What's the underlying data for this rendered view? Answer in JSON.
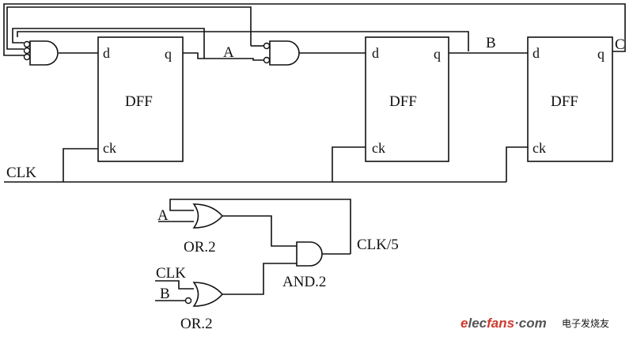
{
  "flipflops": [
    {
      "name": "DFF",
      "pin_d": "d",
      "pin_q": "q",
      "pin_ck": "ck"
    },
    {
      "name": "DFF",
      "pin_d": "d",
      "pin_q": "q",
      "pin_ck": "ck"
    },
    {
      "name": "DFF",
      "pin_d": "d",
      "pin_q": "q",
      "pin_ck": "ck"
    }
  ],
  "signals": {
    "a": "A",
    "b": "B",
    "c": "C",
    "clk": "CLK",
    "clk_div": "CLK/5"
  },
  "bottom_inputs": {
    "a": "A",
    "clk": "CLK",
    "b": "B"
  },
  "gates": {
    "or_top": "OR.2",
    "or_bottom": "OR.2",
    "and": "AND.2"
  },
  "watermark": {
    "brand_e": "e",
    "brand_lec": "lec",
    "brand_fans": "fans",
    "brand_dom": "·com",
    "chinese": "电子发烧友"
  },
  "colors": {
    "ink": "#111111",
    "watermark_red": "#d0392e",
    "watermark_gray": "#555555"
  }
}
